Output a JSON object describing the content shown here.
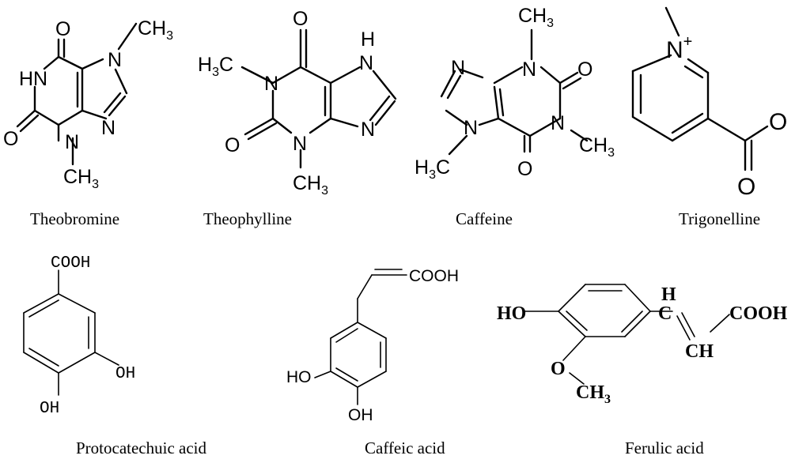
{
  "colors": {
    "ink": "#000000",
    "nitrogen": "#1a1aff",
    "oxygen": "#e8141a"
  },
  "labels": {
    "theobromine": "Theobromine",
    "theophylline": "Theophylline",
    "caffeine": "Caffeine",
    "trigonelline": "Trigonelline",
    "protocatechuic": "Protocatechuic acid",
    "caffeic": "Caffeic acid",
    "ferulic": "Ferulic acid"
  },
  "atoms": {
    "o": "O",
    "n": "N",
    "hn": "HN",
    "h": "H",
    "ch3": "CH",
    "h3c": "H",
    "c": "C",
    "three": "3",
    "plus": "+",
    "cooh": "COOH",
    "oh": "OH",
    "ho": "HO"
  }
}
